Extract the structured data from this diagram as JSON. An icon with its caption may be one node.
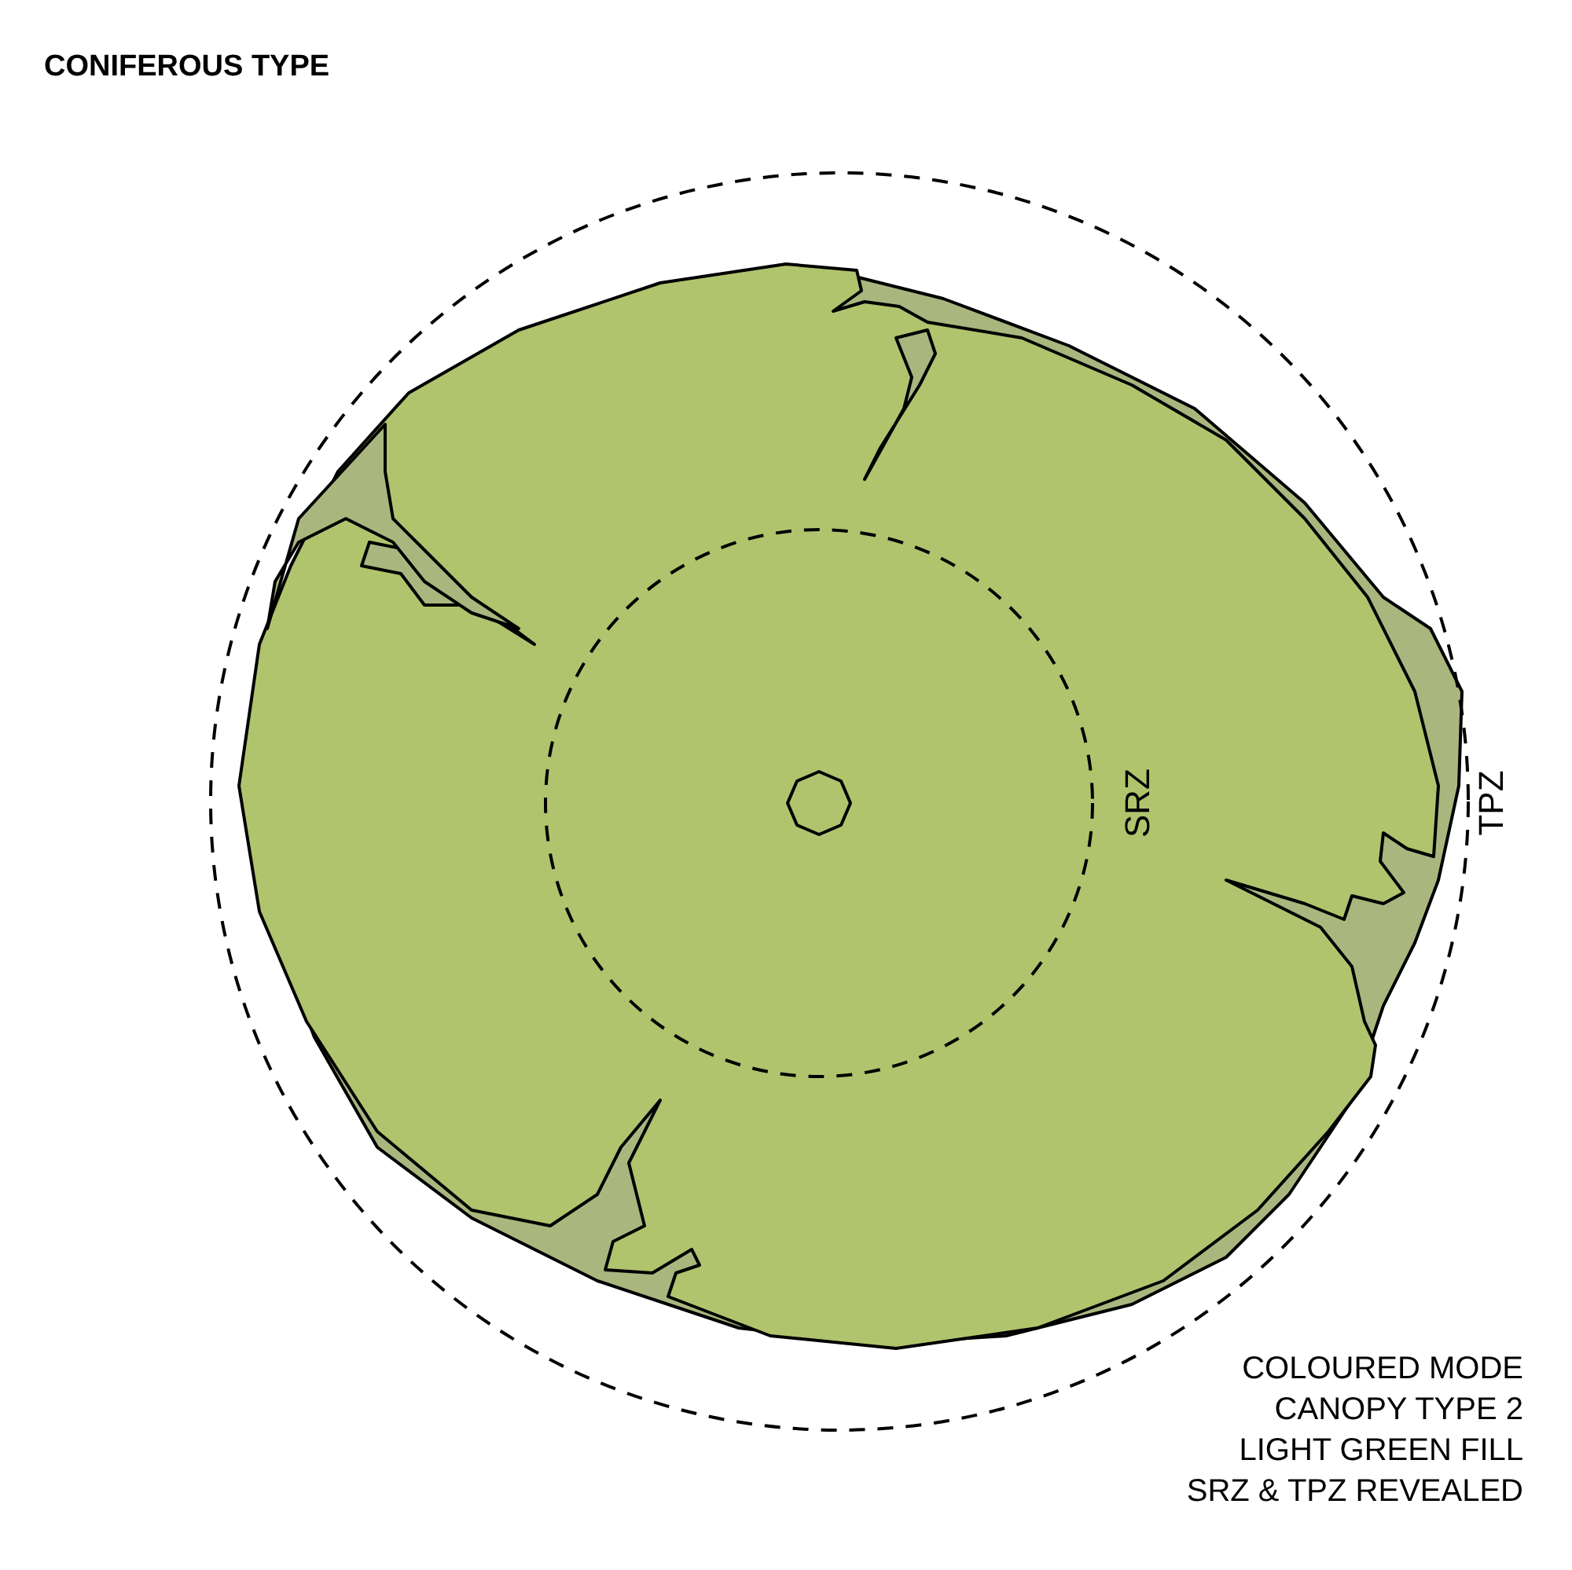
{
  "diagram": {
    "title": "CONIFEROUS TYPE",
    "labels": [
      "SRZ",
      "TPZ",
      "COLOURED MODE",
      "CANOPY TYPE 2",
      "LIGHT GREEN FILL",
      "SRZ & TPZ REVEALED"
    ]
  }
}
